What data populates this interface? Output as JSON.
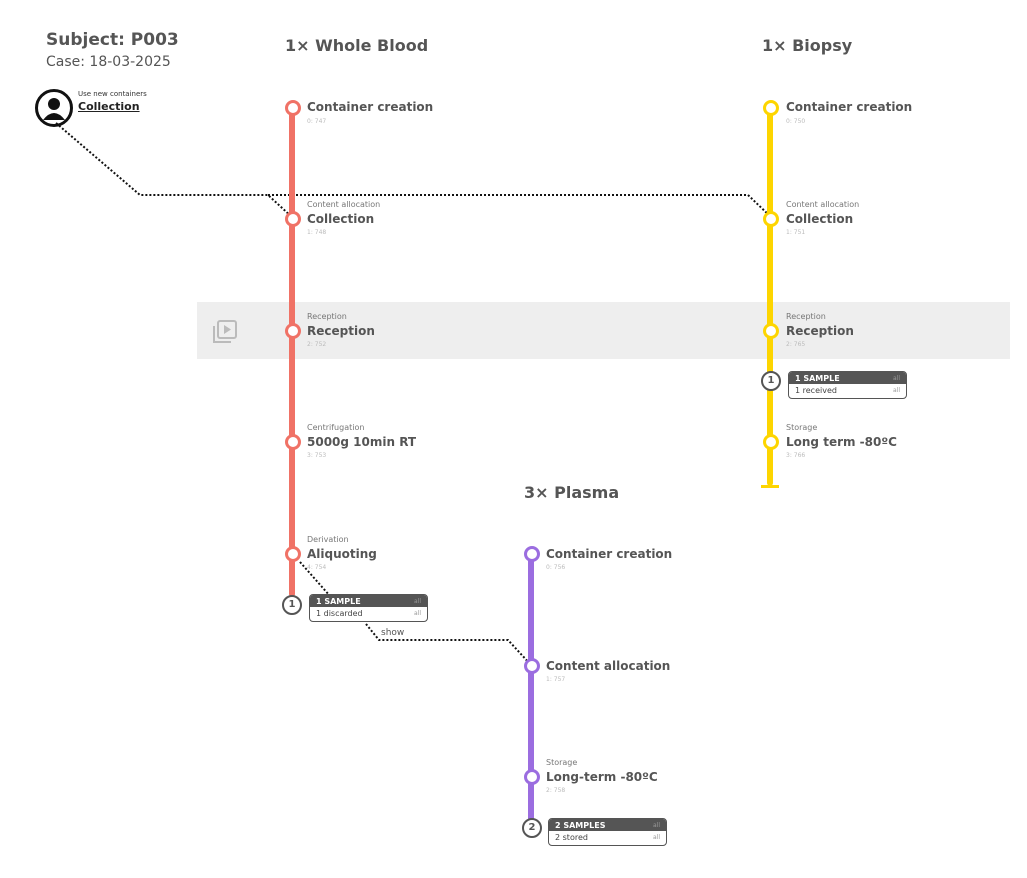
{
  "header": {
    "subject": "Subject: P003",
    "case": "Case: 18-03-2025"
  },
  "collector": {
    "hint": "Use new containers",
    "link": "Collection",
    "icon": "user-circle-icon"
  },
  "reception_band": {
    "icon": "video-library-icon"
  },
  "colors": {
    "whole_blood": "#f07266",
    "biopsy": "#fdd500",
    "plasma": "#9b6de0",
    "neutral": "#555555",
    "band": "#eeeeee"
  },
  "columns": {
    "whole_blood": {
      "title": "1× Whole Blood",
      "steps": [
        {
          "category": "",
          "title": "Container creation",
          "id": "0: 747"
        },
        {
          "category": "Content allocation",
          "title": "Collection",
          "id": "1: 748"
        },
        {
          "category": "Reception",
          "title": "Reception",
          "id": "2: 752"
        },
        {
          "category": "Centrifugation",
          "title": "5000g 10min RT",
          "id": "3: 753"
        },
        {
          "category": "Derivation",
          "title": "Aliquoting",
          "id": "4: 754"
        }
      ],
      "summary": {
        "count": "1",
        "header": "1 SAMPLE",
        "all": "all",
        "row_label": "1 discarded",
        "row_all": "all"
      },
      "show": "show"
    },
    "biopsy": {
      "title": "1× Biopsy",
      "steps": [
        {
          "category": "",
          "title": "Container creation",
          "id": "0: 750"
        },
        {
          "category": "Content allocation",
          "title": "Collection",
          "id": "1: 751"
        },
        {
          "category": "Reception",
          "title": "Reception",
          "id": "2: 765"
        },
        {
          "category": "Storage",
          "title": "Long term -80ºC",
          "id": "3: 766"
        }
      ],
      "summary": {
        "count": "1",
        "header": "1 SAMPLE",
        "all": "all",
        "row_label": "1 received",
        "row_all": "all"
      }
    },
    "plasma": {
      "title": "3× Plasma",
      "steps": [
        {
          "category": "",
          "title": "Container creation",
          "id": "0: 756"
        },
        {
          "category": "",
          "title": "Content allocation",
          "id": "1: 757"
        },
        {
          "category": "Storage",
          "title": "Long-term -80ºC",
          "id": "2: 758"
        }
      ],
      "summary": {
        "count": "2",
        "header": "2 SAMPLES",
        "all": "all",
        "row_label": "2 stored",
        "row_all": "all"
      }
    }
  }
}
